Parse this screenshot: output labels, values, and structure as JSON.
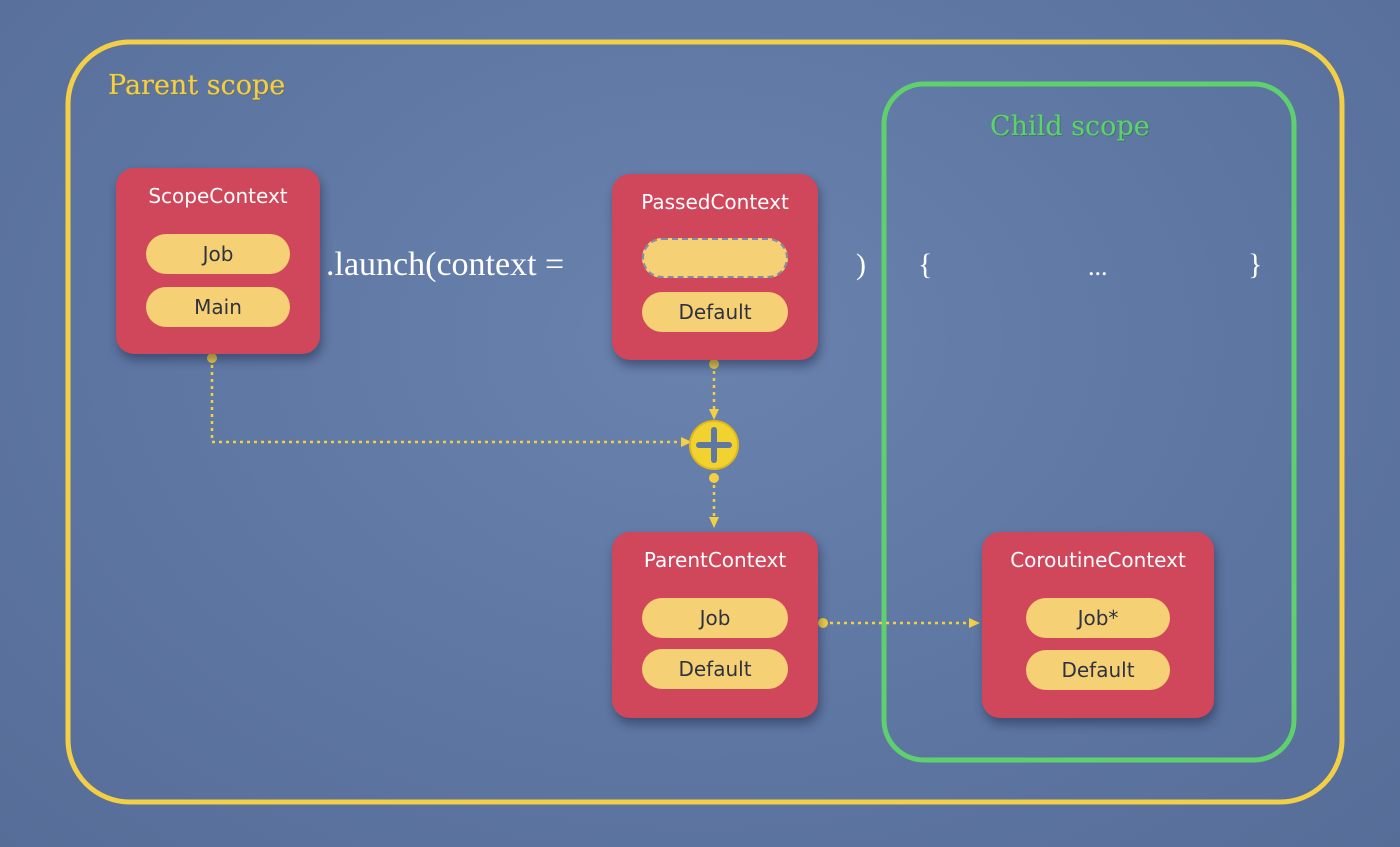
{
  "scopes": {
    "parent_label": "Parent scope",
    "child_label": "Child scope"
  },
  "contexts": {
    "scope": {
      "title": "ScopeContext",
      "items": [
        "Job",
        "Main"
      ]
    },
    "passed": {
      "title": "PassedContext",
      "items": [
        "",
        "Default"
      ]
    },
    "parent": {
      "title": "ParentContext",
      "items": [
        "Job",
        "Default"
      ]
    },
    "coroutine": {
      "title": "CoroutineContext",
      "items": [
        "Job*",
        "Default"
      ]
    }
  },
  "code": {
    "launch": ".launch(context =",
    "close_paren": ")",
    "open_brace": "{",
    "ellipsis": "...",
    "close_brace": "}"
  },
  "operator": {
    "symbol": "+",
    "icon": "plus-icon"
  },
  "colors": {
    "background": "#5f77a3",
    "parent_scope": "#f2cf45",
    "child_scope": "#5fd06e",
    "context_box": "#d0465a",
    "pill": "#f6d075",
    "connector": "#f2cf45"
  }
}
